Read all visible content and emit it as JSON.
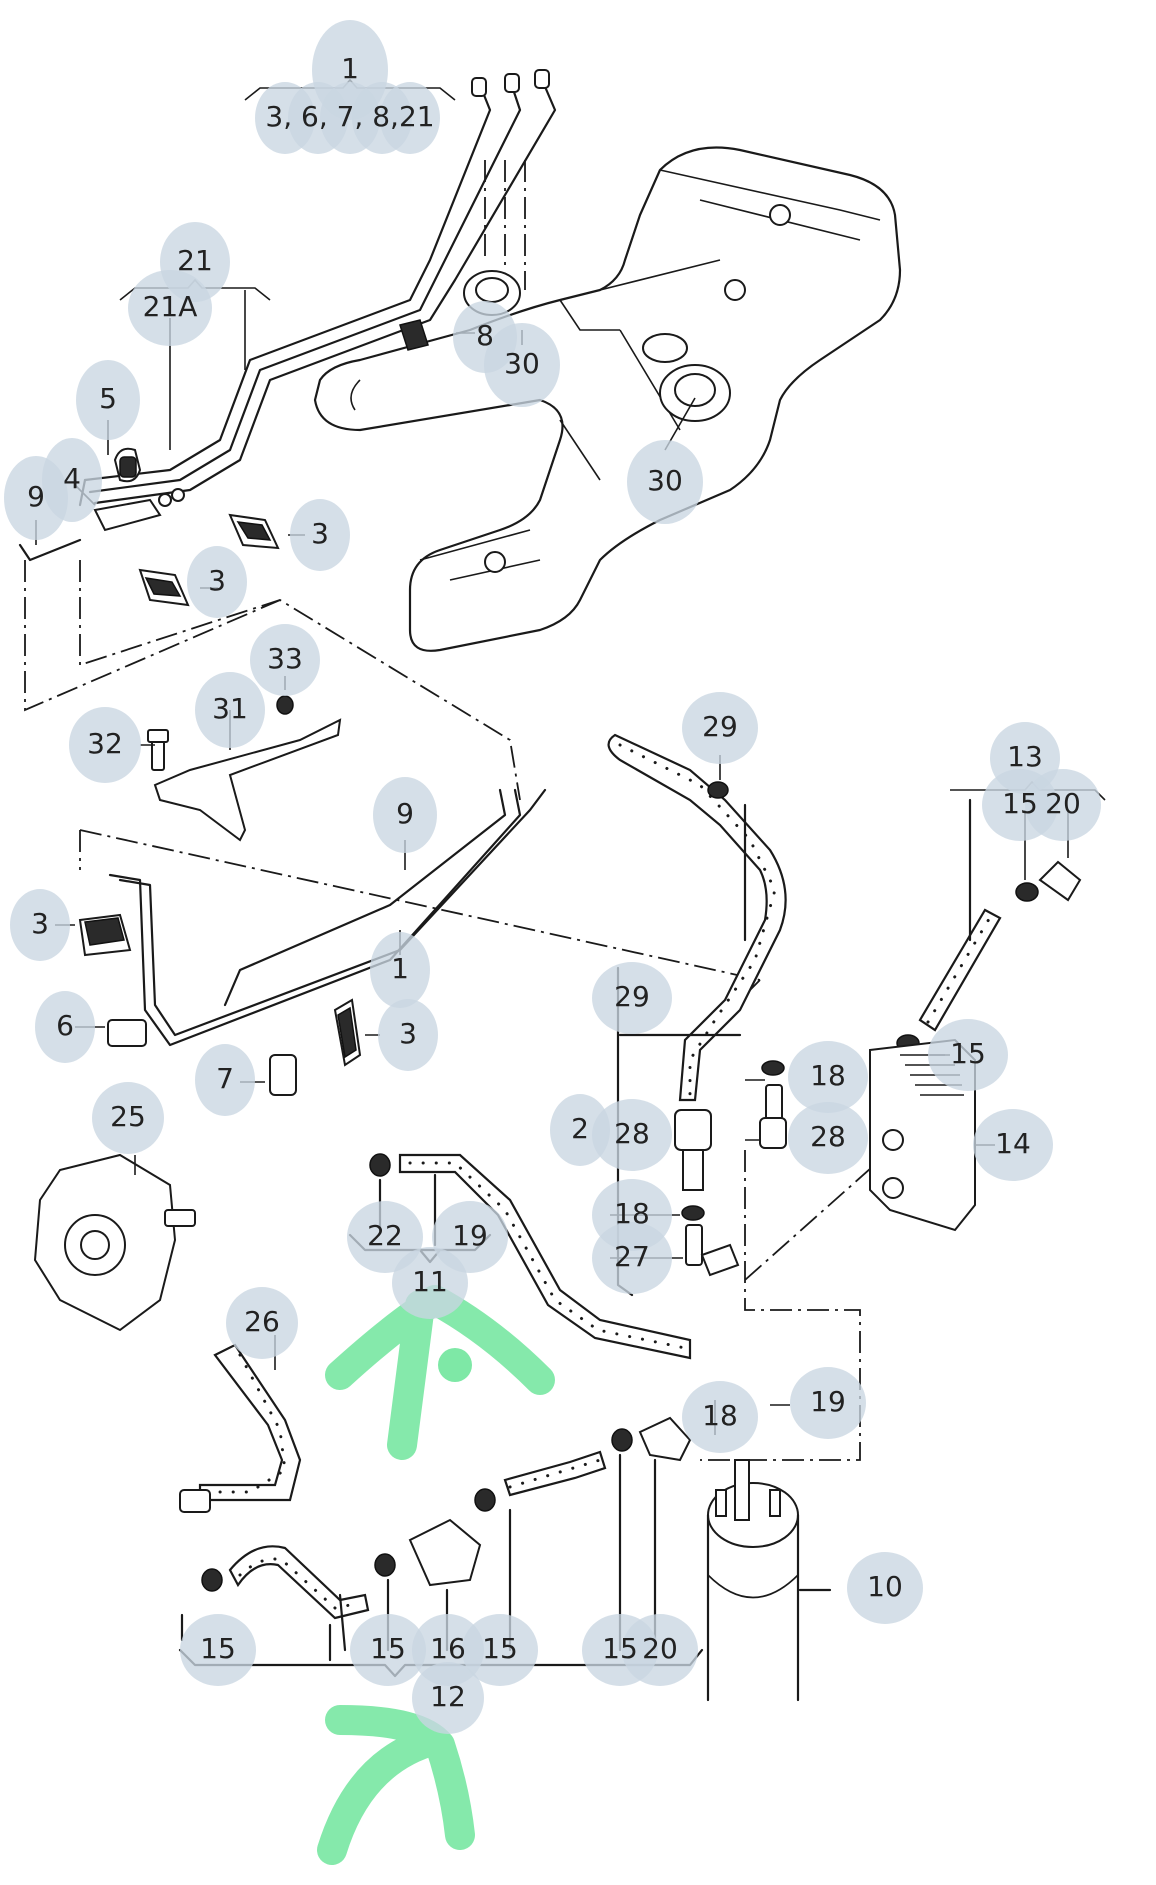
{
  "title": "Fuel system exploded parts diagram",
  "accent_colors": {
    "callout_bubble": "#c9d6e2",
    "highlight_arrow": "#7ee8a6",
    "line_art": "#1a1a1a"
  },
  "callouts": [
    {
      "id": "c1",
      "text": "1"
    },
    {
      "id": "c1-sub",
      "text": "3, 6, 7, 8,21"
    },
    {
      "id": "c21",
      "text": "21"
    },
    {
      "id": "c21a",
      "text": "21A"
    },
    {
      "id": "c5",
      "text": "5"
    },
    {
      "id": "c9a",
      "text": "9"
    },
    {
      "id": "c4",
      "text": "4"
    },
    {
      "id": "c8",
      "text": "8"
    },
    {
      "id": "c30a",
      "text": "30"
    },
    {
      "id": "c30b",
      "text": "30"
    },
    {
      "id": "c3a",
      "text": "3"
    },
    {
      "id": "c3b",
      "text": "3"
    },
    {
      "id": "c33",
      "text": "33"
    },
    {
      "id": "c31",
      "text": "31"
    },
    {
      "id": "c32",
      "text": "32"
    },
    {
      "id": "c9b",
      "text": "9"
    },
    {
      "id": "c1b",
      "text": "1"
    },
    {
      "id": "c3c",
      "text": "3"
    },
    {
      "id": "c6",
      "text": "6"
    },
    {
      "id": "c7",
      "text": "7"
    },
    {
      "id": "c3d",
      "text": "3"
    },
    {
      "id": "c29a",
      "text": "29"
    },
    {
      "id": "c29b",
      "text": "29"
    },
    {
      "id": "c2",
      "text": "2"
    },
    {
      "id": "c28a",
      "text": "28"
    },
    {
      "id": "c18a",
      "text": "18"
    },
    {
      "id": "c27",
      "text": "27"
    },
    {
      "id": "c18b",
      "text": "18"
    },
    {
      "id": "c28b",
      "text": "28"
    },
    {
      "id": "c13",
      "text": "13"
    },
    {
      "id": "c15a",
      "text": "15"
    },
    {
      "id": "c20a",
      "text": "20"
    },
    {
      "id": "c15b",
      "text": "15"
    },
    {
      "id": "c14",
      "text": "14"
    },
    {
      "id": "c25",
      "text": "25"
    },
    {
      "id": "c22",
      "text": "22"
    },
    {
      "id": "c19a",
      "text": "19"
    },
    {
      "id": "c11",
      "text": "11"
    },
    {
      "id": "c26",
      "text": "26"
    },
    {
      "id": "c18c",
      "text": "18"
    },
    {
      "id": "c19b",
      "text": "19"
    },
    {
      "id": "c10",
      "text": "10"
    },
    {
      "id": "c15c",
      "text": "15"
    },
    {
      "id": "c15d",
      "text": "15"
    },
    {
      "id": "c16",
      "text": "16"
    },
    {
      "id": "c15e",
      "text": "15"
    },
    {
      "id": "c15f",
      "text": "15"
    },
    {
      "id": "c20b",
      "text": "20"
    },
    {
      "id": "c12",
      "text": "12"
    }
  ],
  "annotations": [
    {
      "name": "highlight-arrow-11",
      "points_to": "11"
    },
    {
      "name": "highlight-arrow-12",
      "points_to": "12"
    }
  ]
}
